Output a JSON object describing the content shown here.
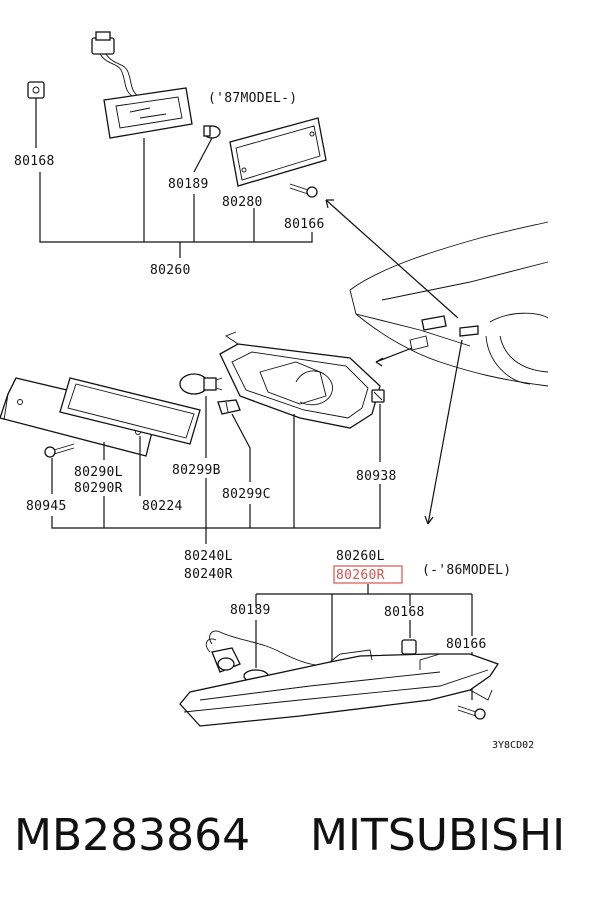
{
  "labels": {
    "model87": "('87MODEL-)",
    "model86": "(-'86MODEL)",
    "p80168_top": "80168",
    "p80189_top": "80189",
    "p80280": "80280",
    "p80166_top": "80166",
    "p80260_top": "80260",
    "p80290L": "80290L",
    "p80290R": "80290R",
    "p80299B": "80299B",
    "p80938": "80938",
    "p80945": "80945",
    "p80224": "80224",
    "p80299C": "80299C",
    "p80240L": "80240L",
    "p80240R": "80240R",
    "p80260L": "80260L",
    "p80260R": "80260R",
    "p80189_bot": "80189",
    "p80168_bot": "80168",
    "p80166_bot": "80166",
    "drawing_code": "3Y8CD02"
  },
  "footer": {
    "part_number": "MB283864",
    "brand": "MITSUBISHI"
  },
  "colors": {
    "highlight": "#d9534f",
    "ink": "#111111"
  }
}
